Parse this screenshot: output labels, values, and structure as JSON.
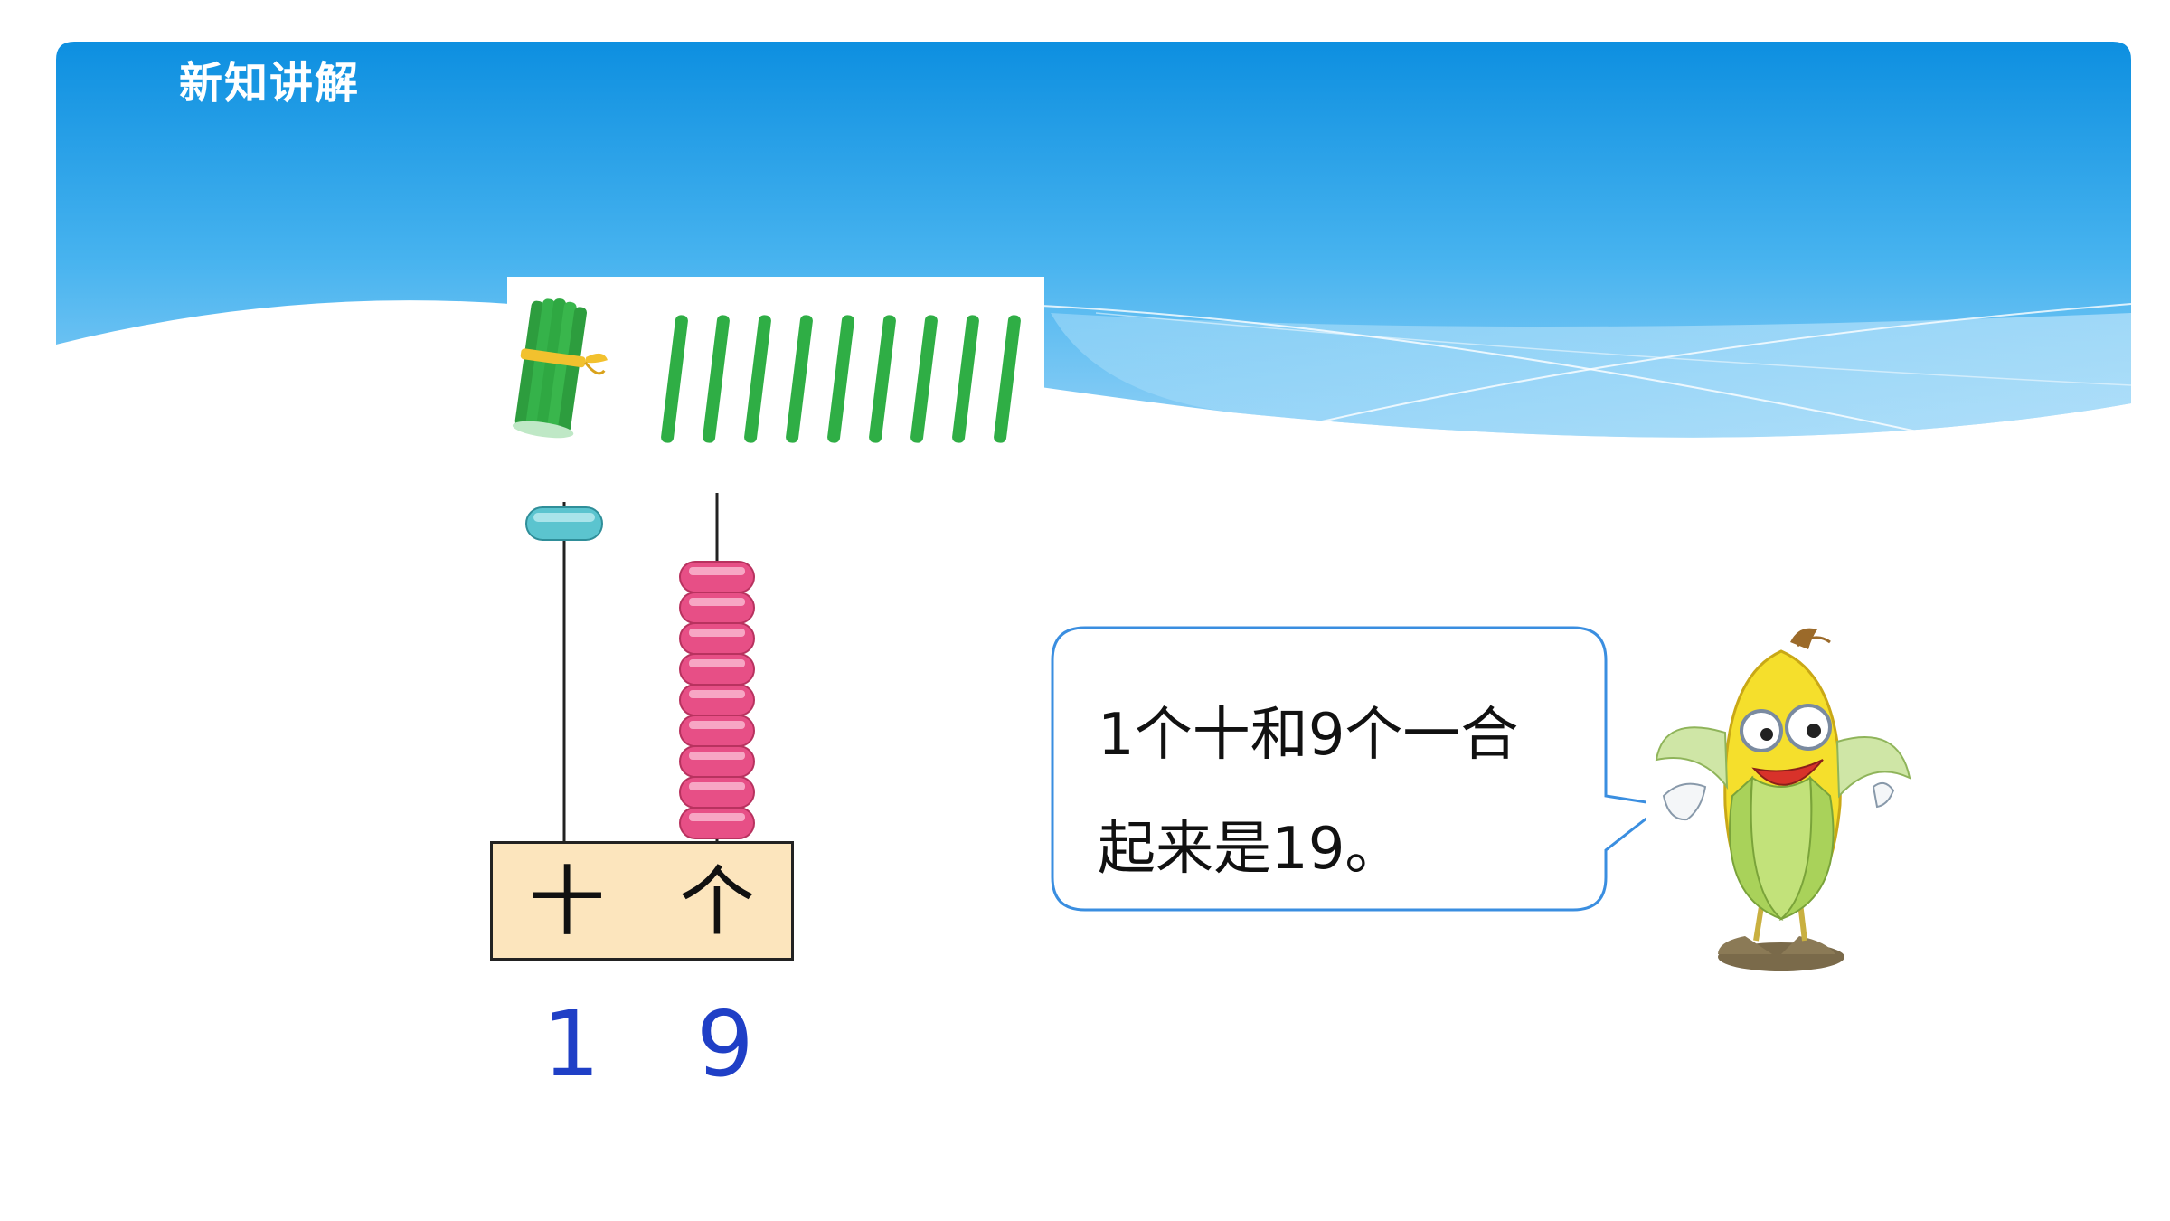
{
  "header": {
    "section_title": "新知讲解"
  },
  "theme": {
    "banner_top": "#0d8fe0",
    "banner_bottom": "#cfeafc",
    "stick_green": "#2fae45",
    "bead_pink": "#e74f86",
    "digit_blue": "#1f3fc6"
  },
  "sticks": {
    "bundles_of_ten": 1,
    "single_sticks": 9
  },
  "abacus": {
    "tens_beads": 1,
    "ones_beads": 9,
    "places": [
      {
        "label": "十",
        "digit": "1"
      },
      {
        "label": "个",
        "digit": "9"
      }
    ]
  },
  "speech": {
    "line1": "1个十和9个一合",
    "line2": "起来是19。"
  },
  "icons": [
    "bundle-of-sticks-icon",
    "stick-icon",
    "abacus-bead-icon",
    "corn-mascot-icon"
  ]
}
